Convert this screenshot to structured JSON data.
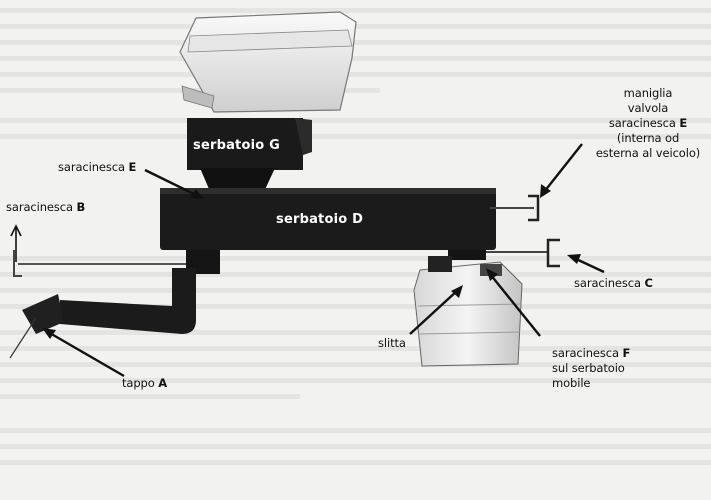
{
  "labels": {
    "tank_g": "serbatoio G",
    "tank_d": "serbatoio D",
    "valve_e_name": "saracinesca",
    "valve_e_letter": "E",
    "valve_b_name": "saracinesca",
    "valve_b_letter": "B",
    "handle_line1": "maniglia",
    "handle_line2": "valvola",
    "handle_line3_name": "saracinesca",
    "handle_line3_letter": "E",
    "handle_line4": "(interna od",
    "handle_line5": "esterna al veicolo)",
    "valve_c_name": "saracinesca",
    "valve_c_letter": "C",
    "slide": "slitta",
    "cap_name": "tappo",
    "cap_letter": "A",
    "valve_f_name": "saracinesca",
    "valve_f_letter": "F",
    "valve_f_line2": "sul serbatoio",
    "valve_f_line3": "mobile"
  }
}
